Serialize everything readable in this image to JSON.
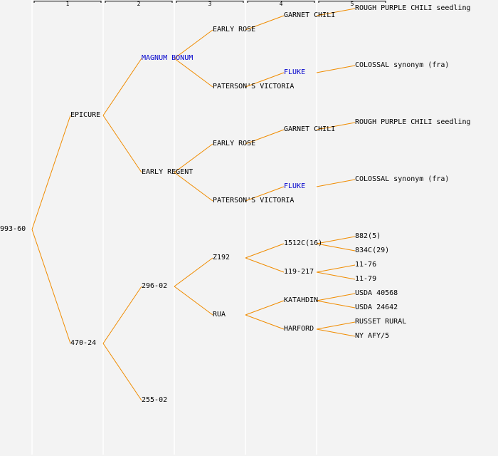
{
  "colors": {
    "background": "#f3f3f3",
    "connector": "#f08c00",
    "divider": "#ffffff",
    "text": "#000000",
    "link_text": "#0000cc"
  },
  "generations": [
    "1",
    "2",
    "3",
    "4",
    "5"
  ],
  "pedigree": {
    "root": {
      "label": "993-60",
      "link": false
    },
    "nodes": [
      {
        "id": "g1a",
        "parent": "root",
        "gen": 1,
        "label": "EPICURE",
        "link": false
      },
      {
        "id": "g1b",
        "parent": "root",
        "gen": 1,
        "label": "470-24",
        "link": false
      },
      {
        "id": "g2a",
        "parent": "g1a",
        "gen": 2,
        "label": "MAGNUM BONUM",
        "link": true
      },
      {
        "id": "g2b",
        "parent": "g1a",
        "gen": 2,
        "label": "EARLY REGENT",
        "link": false
      },
      {
        "id": "g2c",
        "parent": "g1b",
        "gen": 2,
        "label": "296-02",
        "link": false
      },
      {
        "id": "g2d",
        "parent": "g1b",
        "gen": 2,
        "label": "255-02",
        "link": false
      },
      {
        "id": "g3a",
        "parent": "g2a",
        "gen": 3,
        "label": "EARLY ROSE",
        "link": false
      },
      {
        "id": "g3b",
        "parent": "g2a",
        "gen": 3,
        "label": "PATERSON'S VICTORIA",
        "link": false
      },
      {
        "id": "g3c",
        "parent": "g2b",
        "gen": 3,
        "label": "EARLY ROSE",
        "link": false
      },
      {
        "id": "g3d",
        "parent": "g2b",
        "gen": 3,
        "label": "PATERSON'S VICTORIA",
        "link": false
      },
      {
        "id": "g3e",
        "parent": "g2c",
        "gen": 3,
        "label": "Z192",
        "link": false
      },
      {
        "id": "g3f",
        "parent": "g2c",
        "gen": 3,
        "label": "RUA",
        "link": false
      },
      {
        "id": "g4a",
        "parent": "g3a",
        "gen": 4,
        "label": "GARNET CHILI",
        "link": false
      },
      {
        "id": "g4b",
        "parent": "g3b",
        "gen": 4,
        "label": "FLUKE",
        "link": true
      },
      {
        "id": "g4c",
        "parent": "g3c",
        "gen": 4,
        "label": "GARNET CHILI",
        "link": false
      },
      {
        "id": "g4d",
        "parent": "g3d",
        "gen": 4,
        "label": "FLUKE",
        "link": true
      },
      {
        "id": "g4e",
        "parent": "g3e",
        "gen": 4,
        "label": "1512C(16)",
        "link": false
      },
      {
        "id": "g4f",
        "parent": "g3e",
        "gen": 4,
        "label": "119-217",
        "link": false
      },
      {
        "id": "g4g",
        "parent": "g3f",
        "gen": 4,
        "label": "KATAHDIN",
        "link": false
      },
      {
        "id": "g4h",
        "parent": "g3f",
        "gen": 4,
        "label": "HARFORD",
        "link": false
      },
      {
        "id": "g5a",
        "parent": "g4a",
        "gen": 5,
        "label": "ROUGH PURPLE CHILI seedling",
        "link": false
      },
      {
        "id": "g5b",
        "parent": "g4b",
        "gen": 5,
        "label": "COLOSSAL synonym (fra)",
        "link": false
      },
      {
        "id": "g5c",
        "parent": "g4c",
        "gen": 5,
        "label": "ROUGH PURPLE CHILI seedling",
        "link": false
      },
      {
        "id": "g5d",
        "parent": "g4d",
        "gen": 5,
        "label": "COLOSSAL synonym (fra)",
        "link": false
      },
      {
        "id": "g5e",
        "parent": "g4e",
        "gen": 5,
        "label": "882(5)",
        "link": false
      },
      {
        "id": "g5f",
        "parent": "g4e",
        "gen": 5,
        "label": "834C(29)",
        "link": false
      },
      {
        "id": "g5g",
        "parent": "g4f",
        "gen": 5,
        "label": "11-76",
        "link": false
      },
      {
        "id": "g5h",
        "parent": "g4f",
        "gen": 5,
        "label": "11-79",
        "link": false
      },
      {
        "id": "g5i",
        "parent": "g4g",
        "gen": 5,
        "label": "USDA 40568",
        "link": false
      },
      {
        "id": "g5j",
        "parent": "g4g",
        "gen": 5,
        "label": "USDA 24642",
        "link": false
      },
      {
        "id": "g5k",
        "parent": "g4h",
        "gen": 5,
        "label": "RUSSET RURAL",
        "link": false
      },
      {
        "id": "g5l",
        "parent": "g4h",
        "gen": 5,
        "label": "NY AFY/5",
        "link": false
      }
    ]
  }
}
